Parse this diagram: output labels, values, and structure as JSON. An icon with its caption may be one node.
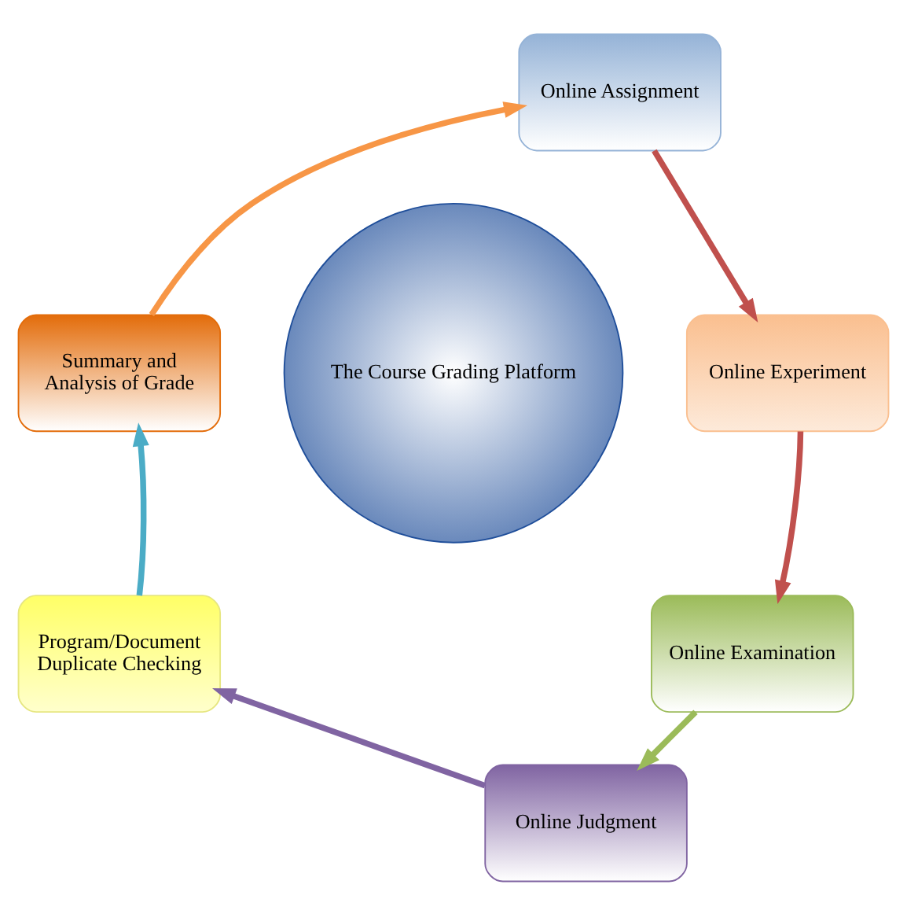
{
  "diagram": {
    "nodes": [
      {
        "text": [
          "Online Assignment"
        ]
      },
      {
        "text": [
          "Online Experiment"
        ]
      },
      {
        "text": [
          "Online Examination"
        ]
      },
      {
        "text": [
          "Online Judgment"
        ]
      },
      {
        "text": [
          "Program/Document Duplicate Checking"
        ]
      },
      {
        "text": [
          "Summary and Analysis of Grade"
        ]
      },
      {
        "text": [
          "The Course Grading Platform"
        ]
      }
    ],
    "edges": [
      {
        "from": 0,
        "to": 1,
        "arrow": "to",
        "color": "#c0504d"
      },
      {
        "from": 1,
        "to": 2,
        "arrow": "to",
        "color": "#c0504d"
      },
      {
        "from": 2,
        "to": 3,
        "arrow": "to",
        "color": "#9bbb59"
      },
      {
        "from": 3,
        "to": 4,
        "arrow": "to",
        "color": "#8064a2"
      },
      {
        "from": 4,
        "to": 5,
        "arrow": "to",
        "color": "#4bacc6"
      },
      {
        "from": 5,
        "to": 0,
        "arrow": "to",
        "color": "#f79646"
      }
    ]
  }
}
